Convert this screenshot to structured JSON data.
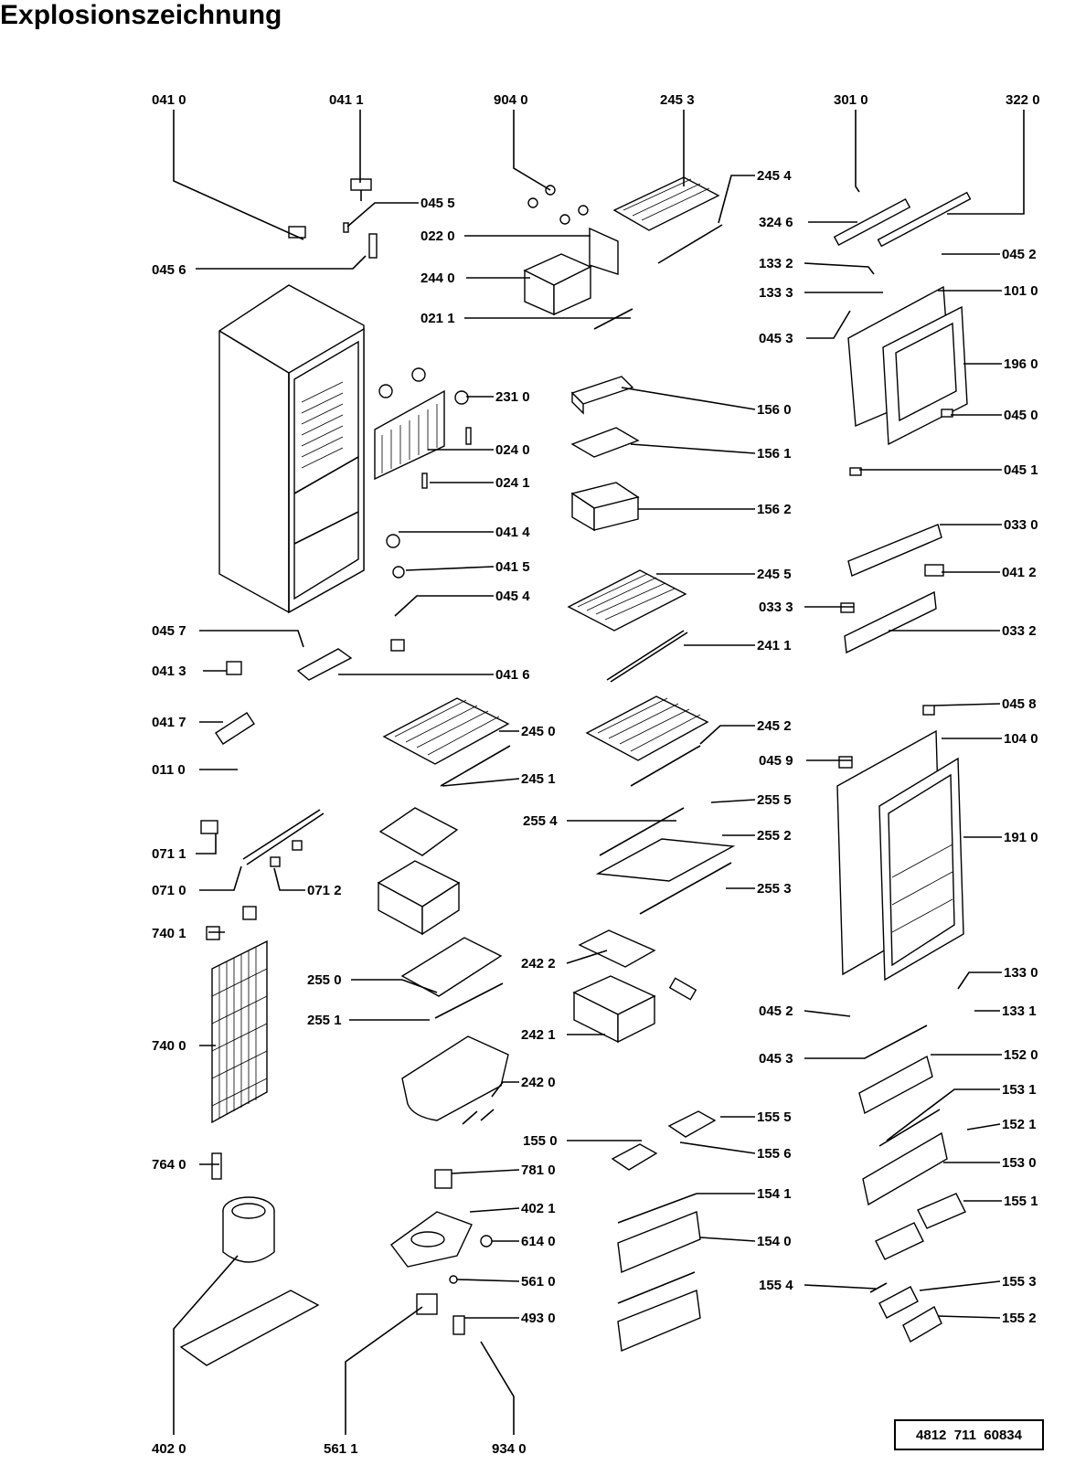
{
  "title": "Explosionszeichnung",
  "document_number": "4812  711  60834",
  "labels": {
    "p0410": "041 0",
    "p0411": "041 1",
    "p9040": "904 0",
    "p2453": "245 3",
    "p3010": "301 0",
    "p3220": "322 0",
    "p2454": "245 4",
    "p0455": "045 5",
    "p0220": "022 0",
    "p3246": "324 6",
    "p0452a": "045 2",
    "p0456": "045 6",
    "p1332": "133 2",
    "p2440": "244 0",
    "p1333": "133 3",
    "p1010": "101 0",
    "p0211": "021 1",
    "p0453a": "045 3",
    "p1960": "196 0",
    "p2310": "231 0",
    "p1560": "156 0",
    "p0450": "045 0",
    "p0240": "024 0",
    "p1561": "156 1",
    "p0451": "045 1",
    "p0241": "024 1",
    "p1562": "156 2",
    "p0414": "041 4",
    "p0330": "033 0",
    "p0415": "041 5",
    "p2455": "245 5",
    "p0412": "041 2",
    "p0454": "045 4",
    "p0333": "033 3",
    "p0457": "045 7",
    "p0332": "033 2",
    "p2411": "241 1",
    "p0413": "041 3",
    "p0416": "041 6",
    "p0458": "045 8",
    "p0417": "041 7",
    "p2450": "245 0",
    "p2452": "245 2",
    "p1040": "104 0",
    "p0459": "045 9",
    "p0110": "011 0",
    "p2451": "245 1",
    "p2555": "255 5",
    "p2554": "255 4",
    "p2552": "255 2",
    "p0711": "071 1",
    "p1910": "191 0",
    "p0710": "071 0",
    "p0712": "071 2",
    "p2553": "255 3",
    "p7401": "740 1",
    "p2422": "242 2",
    "p2550": "255 0",
    "p1330": "133 0",
    "p0452b": "045 2",
    "p1331": "133 1",
    "p2551": "255 1",
    "p2421": "242 1",
    "p7400": "740 0",
    "p0453b": "045 3",
    "p1520": "152 0",
    "p2420": "242 0",
    "p1531": "153 1",
    "p1555": "155 5",
    "p1521": "152 1",
    "p1550": "155 0",
    "p1556": "155 6",
    "p7640": "764 0",
    "p7810": "781 0",
    "p1530": "153 0",
    "p1541": "154 1",
    "p4021": "402 1",
    "p1551": "155 1",
    "p6140": "614 0",
    "p1540": "154 0",
    "p5610": "561 0",
    "p1554": "155 4",
    "p1553": "155 3",
    "p4930": "493 0",
    "p1552": "155 2",
    "p4020": "402 0",
    "p5611": "561 1",
    "p9340": "934 0"
  }
}
